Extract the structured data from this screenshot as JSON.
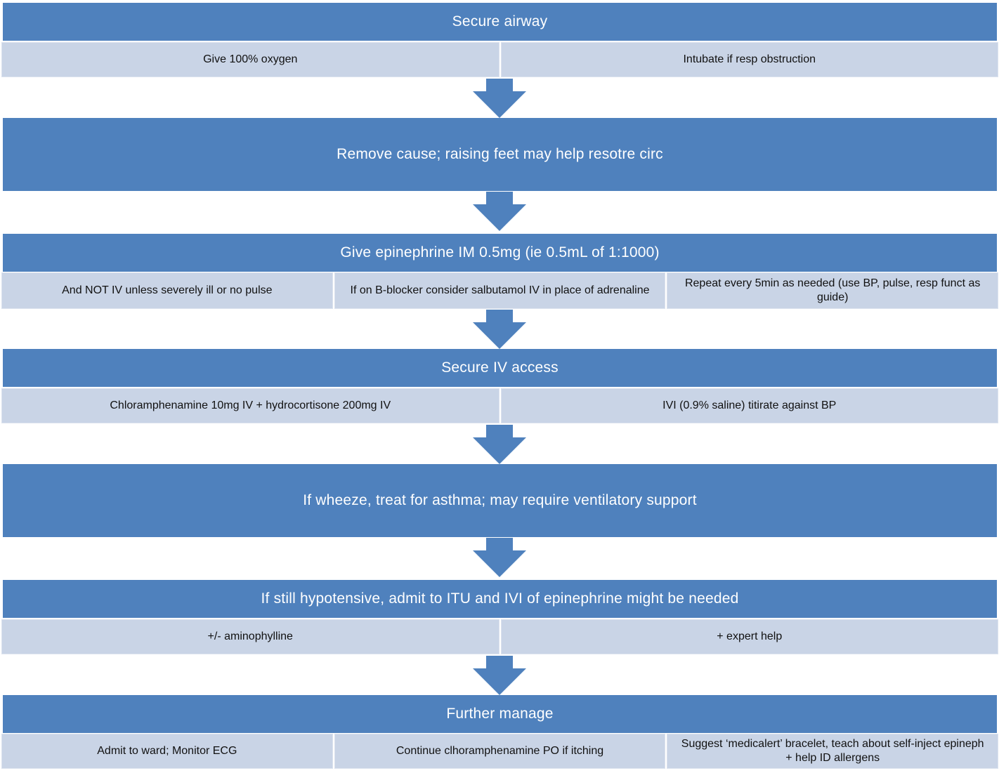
{
  "steps": [
    {
      "title": "Secure airway",
      "items": [
        "Give 100% oxygen",
        "Intubate if resp obstruction"
      ]
    },
    {
      "title": "Remove cause; raising feet may help resotre circ",
      "items": []
    },
    {
      "title": "Give epinephrine IM 0.5mg (ie 0.5mL of 1:1000)",
      "items": [
        "And NOT IV unless severely ill or no pulse",
        "If on B-blocker consider salbutamol IV in place of adrenaline",
        "Repeat every 5min as needed (use BP, pulse, resp funct as guide)"
      ]
    },
    {
      "title": "Secure IV access",
      "items": [
        "Chloramphenamine 10mg IV + hydrocortisone 200mg IV",
        "IVI (0.9% saline) titirate against BP"
      ]
    },
    {
      "title": "If wheeze, treat for asthma; may require ventilatory support",
      "items": []
    },
    {
      "title": "If still hypotensive, admit to ITU and IVI of epinephrine might be needed",
      "items": [
        "+/- aminophylline",
        "+ expert help"
      ]
    },
    {
      "title": "Further manage",
      "items": [
        "Admit to ward; Monitor ECG",
        "Continue clhoramphenamine PO if itching",
        "Suggest ‘medicalert’ bracelet, teach about self-inject epineph + help ID allergens"
      ]
    }
  ],
  "colors": {
    "header": "#4f81bd",
    "subitem": "#c9d4e6",
    "arrow": "#4f81bd"
  }
}
